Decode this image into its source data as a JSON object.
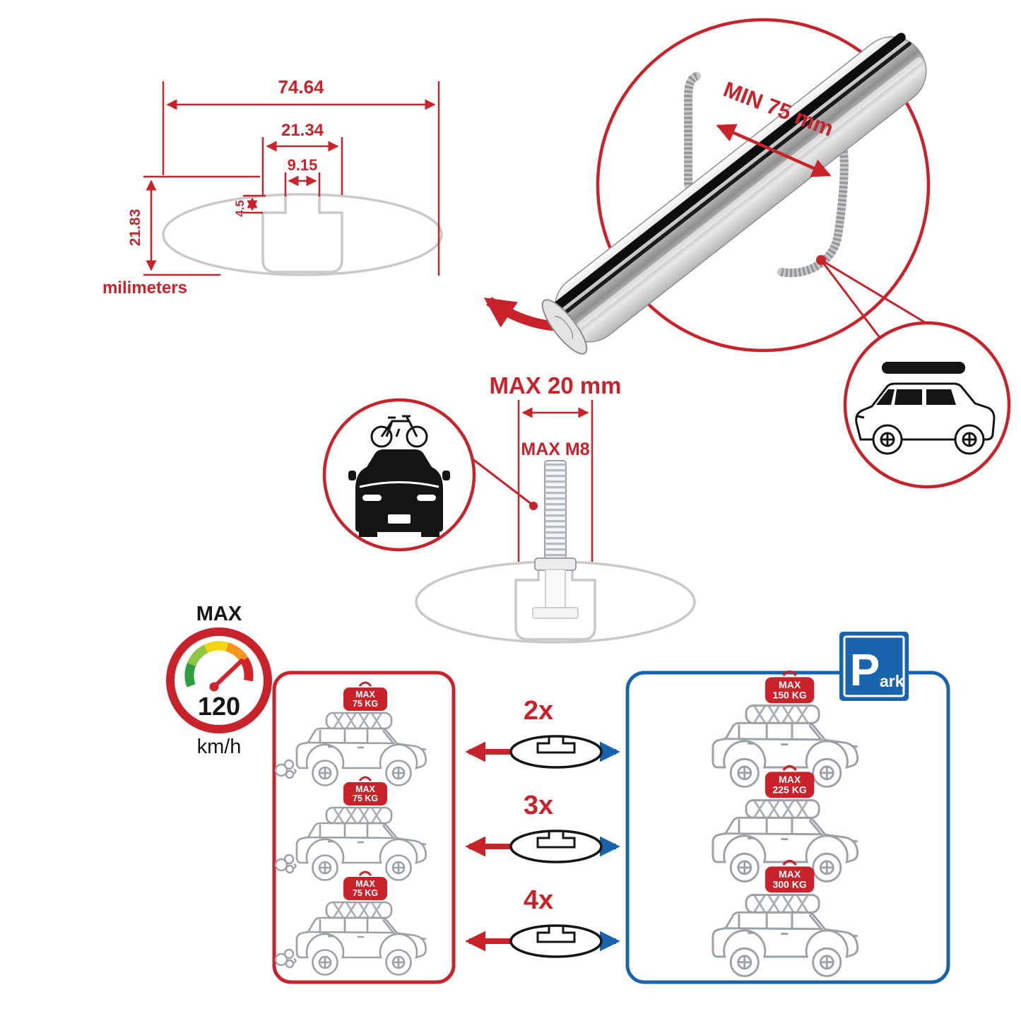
{
  "colors": {
    "accent_red": "#c8232b",
    "accent_blue": "#1863ac",
    "profile_gray": "#c9c9c9",
    "car_gray": "#9aa2a8",
    "gauge_green": "#2f9e41",
    "gauge_yellow": "#f3d512",
    "gauge_orange": "#f7941d",
    "gauge_red": "#d2232a"
  },
  "profile_dimensions": {
    "total_width": "74.64",
    "slot_outer_width": "21.34",
    "slot_opening_width": "9.15",
    "lip_depth": "4.5",
    "total_height": "21.83",
    "units_label": "milimeters"
  },
  "clamp": {
    "min_label": "MIN 75 mm"
  },
  "bolt": {
    "max_length_label": "MAX 20 mm",
    "max_thread_label": "MAX M8"
  },
  "speed_limit": {
    "label": "MAX",
    "value": "120",
    "units": "km/h"
  },
  "park_sign": {
    "letter": "P",
    "suffix": "ark"
  },
  "capacity_rows": [
    {
      "multiplier": "2x",
      "driving": {
        "line1": "MAX",
        "line2": "75 KG"
      },
      "parked": {
        "line1": "MAX",
        "line2": "150 KG"
      }
    },
    {
      "multiplier": "3x",
      "driving": {
        "line1": "MAX",
        "line2": "75 KG"
      },
      "parked": {
        "line1": "MAX",
        "line2": "225 KG"
      }
    },
    {
      "multiplier": "4x",
      "driving": {
        "line1": "MAX",
        "line2": "75 KG"
      },
      "parked": {
        "line1": "MAX",
        "line2": "300 KG"
      }
    }
  ]
}
